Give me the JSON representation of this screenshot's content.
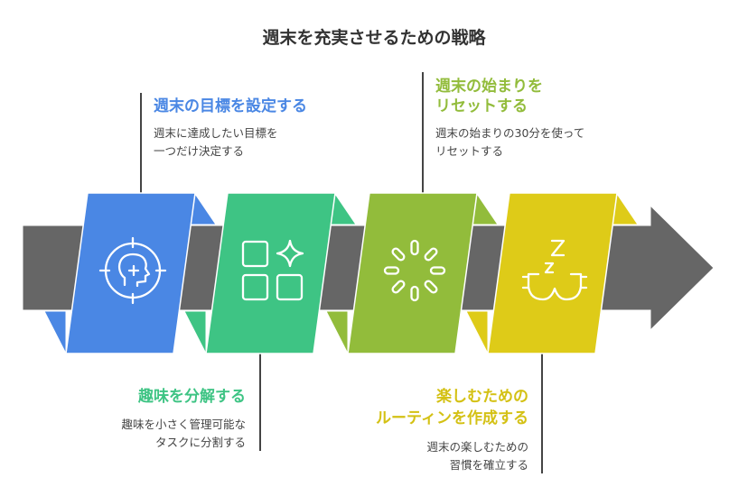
{
  "title": "週末を充実させるための戦略",
  "steps": [
    {
      "title": "週末の目標を設定する",
      "desc": [
        "週末に達成したい目標を",
        "一つだけ決定する"
      ],
      "color": "#4a87e4",
      "icon": "target-head-icon"
    },
    {
      "title": "趣味を分解する",
      "desc": [
        "趣味を小さく管理可能な",
        "タスクに分割する"
      ],
      "color": "#3ec484",
      "icon": "grid-sparkle-icon"
    },
    {
      "title": [
        "週末の始まりを",
        "リセットする"
      ],
      "desc": [
        "週末の始まりの30分を使って",
        "リセットする"
      ],
      "color": "#92bc3b",
      "icon": "loading-spinner-icon"
    },
    {
      "title": [
        "楽しむための",
        "ルーティンを作成する"
      ],
      "desc": [
        "週末の楽しむための",
        "習慣を確立する"
      ],
      "color": "#decb18",
      "icon": "sleep-mask-icon"
    }
  ],
  "arrow_color": "#666666"
}
